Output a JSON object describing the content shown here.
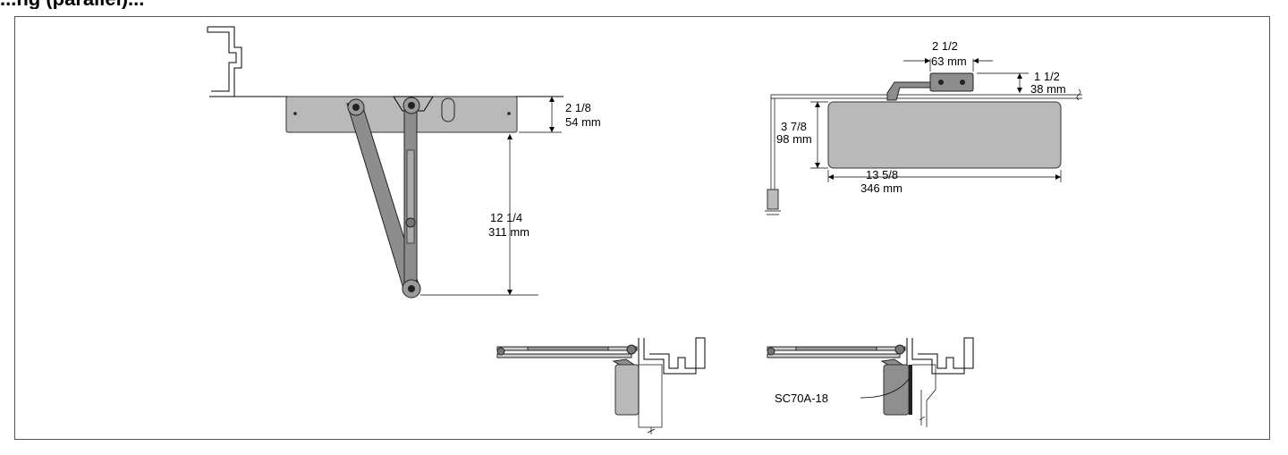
{
  "header": {
    "title_fragment": "...ng (parallel)..."
  },
  "dimensions": {
    "top_height_in": "2 1/8",
    "top_height_mm": "54 mm",
    "arm_length_in": "12 1/4",
    "arm_length_mm": "311 mm",
    "shoe_width_in": "2 1/2",
    "shoe_width_mm": "63 mm",
    "shoe_height_in": "1 1/2",
    "shoe_height_mm": "38 mm",
    "body_height_in": "3 7/8",
    "body_height_mm": "98 mm",
    "body_length_in": "13 5/8",
    "body_length_mm": "346 mm"
  },
  "labels": {
    "part_callout": "SC70A-18"
  }
}
